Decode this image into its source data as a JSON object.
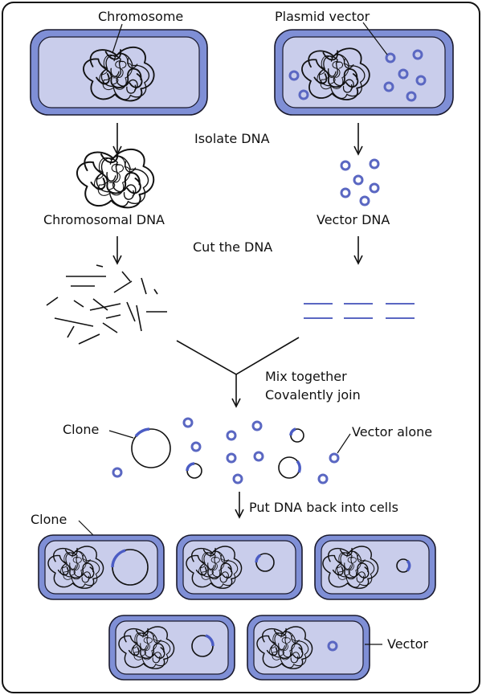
{
  "labels": {
    "chromosome": "Chromosome",
    "plasmid_vector": "Plasmid vector",
    "isolate_dna": "Isolate DNA",
    "chromosomal_dna": "Chromosomal DNA",
    "vector_dna": "Vector DNA",
    "cut_the_dna": "Cut the DNA",
    "mix_together": "Mix together",
    "covalently_join": "Covalently join",
    "clone_top": "Clone",
    "vector_alone": "Vector alone",
    "put_dna_back": "Put DNA back into cells",
    "clone_bottom": "Clone",
    "vector": "Vector"
  },
  "colors": {
    "cell_membrane": "#7f8fd6",
    "cytoplasm": "#c9cdeb",
    "vector_blue": "#5a67c2",
    "insert_black": "#111111"
  }
}
